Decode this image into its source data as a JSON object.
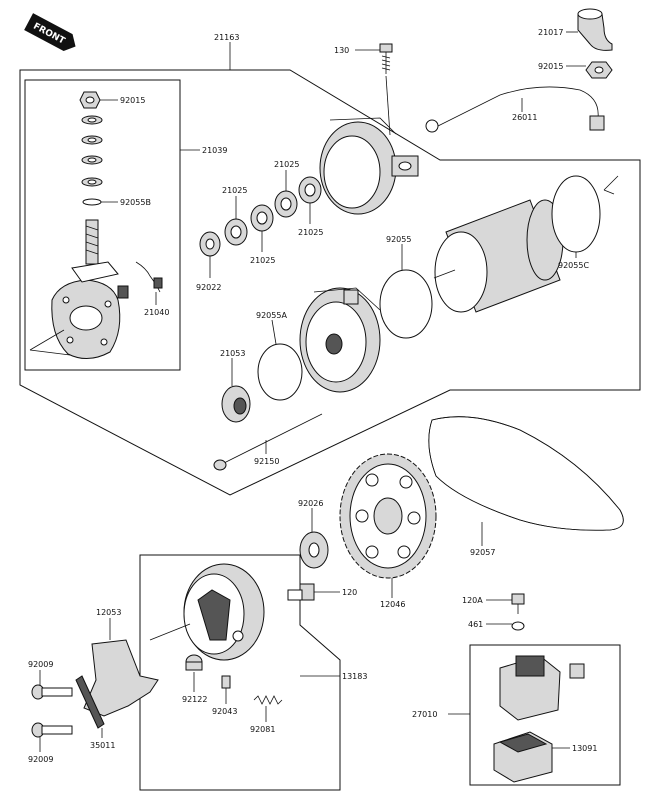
{
  "front_badge": "FRONT",
  "labels": {
    "p21163": "21163",
    "p130": "130",
    "p21017": "21017",
    "p92015_top": "92015",
    "p26011": "26011",
    "p92015_left": "92015",
    "p21039": "21039",
    "p92055B": "92055B",
    "p21025_a": "21025",
    "p21025_b": "21025",
    "p21025_c": "21025",
    "p21025_d": "21025",
    "p92022": "92022",
    "p92055": "92055",
    "p92055C": "92055C",
    "p21040": "21040",
    "p92055A": "92055A",
    "p21053": "21053",
    "p92150": "92150",
    "p92026": "92026",
    "p92057": "92057",
    "p12053": "12053",
    "p120": "120",
    "p12046": "12046",
    "p120A": "120A",
    "p461": "461",
    "p92009_a": "92009",
    "p92009_b": "92009",
    "p13183": "13183",
    "p27010": "27010",
    "p92122": "92122",
    "p92043": "92043",
    "p92081": "92081",
    "p35011": "35011",
    "p13091": "13091"
  }
}
